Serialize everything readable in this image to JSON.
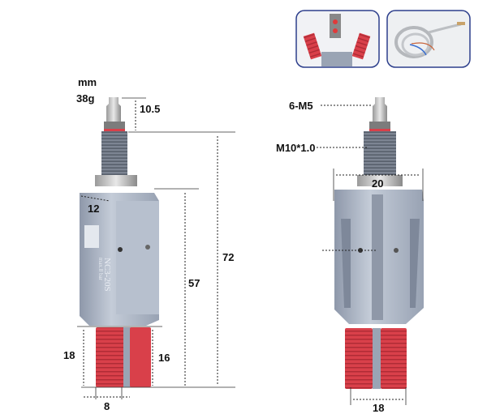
{
  "unit_label": "mm",
  "weight_label": "38g",
  "left_view": {
    "model_marking": "NC3-20S",
    "pressure_marking": "max.8 bar",
    "dimensions": {
      "nozzle_height": "10.5",
      "body_width": "12",
      "total_height": "72",
      "body_height": "57",
      "finger_height": "18",
      "finger_inner_height": "16",
      "finger_width": "8"
    }
  },
  "right_view": {
    "callouts": {
      "nozzle_thread": "6-M5",
      "mount_thread": "M10*1.0"
    },
    "dimensions": {
      "nut_width": "20",
      "finger_span": "18"
    }
  },
  "colors": {
    "body": "#aab4c4",
    "finger_pad": "#d9404a",
    "inset_border": "#2d3f8c",
    "thread": "#7d8593"
  }
}
